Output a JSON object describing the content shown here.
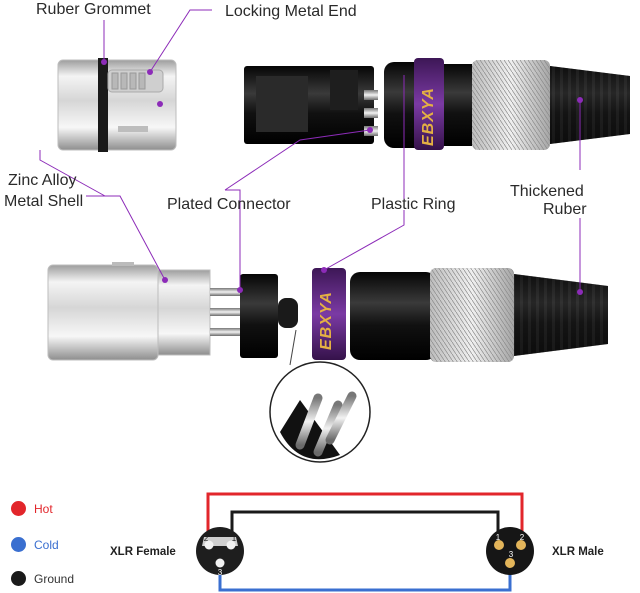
{
  "labels": {
    "rubber_grommet": "Ruber Grommet",
    "locking_metal_end": "Locking Metal End",
    "zinc_alloy": "Zinc Alloy",
    "metal_shell": "Metal Shell",
    "plated_connector": "Plated Connector",
    "plastic_ring": "Plastic Ring",
    "thickened": "Thickened",
    "rubber": "Ruber"
  },
  "brand_text": "EBXYA",
  "legend": [
    {
      "label": "Hot",
      "color": "#e2262b"
    },
    {
      "label": "Cold",
      "color": "#3a6fd0"
    },
    {
      "label": "Ground",
      "color": "#1a1a1a"
    }
  ],
  "wiring": {
    "female_label": "XLR Female",
    "male_label": "XLR Male",
    "female_pins": [
      "1",
      "2",
      "3"
    ],
    "male_pins": [
      "1",
      "2",
      "3"
    ]
  },
  "colors": {
    "accent": "#8c2bb8",
    "hot": "#e2262b",
    "cold": "#3a6fd0",
    "ground": "#1a1a1a",
    "brand": "#e4b043"
  }
}
